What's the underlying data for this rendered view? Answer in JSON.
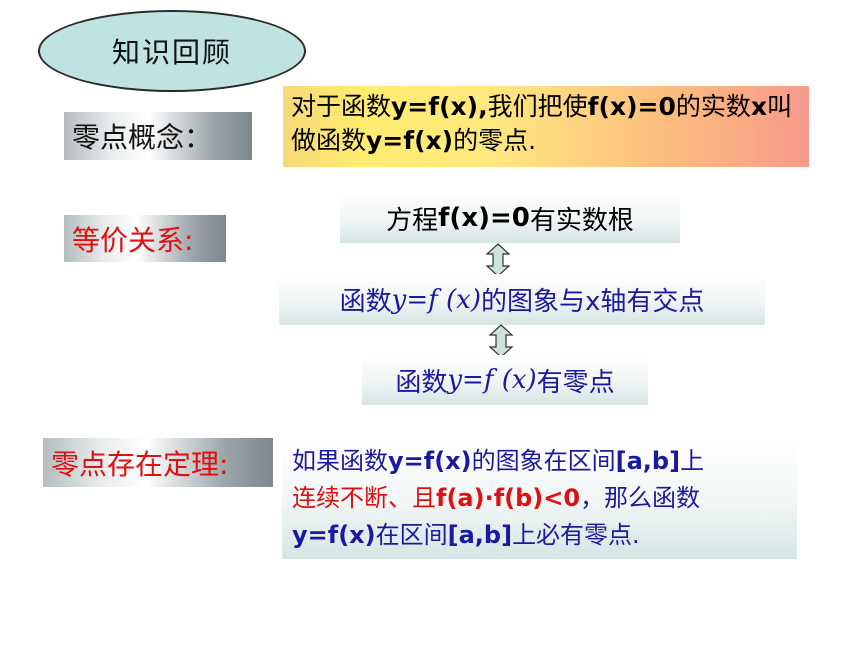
{
  "title": "知识回顾",
  "labels": {
    "zero_concept": "零点概念：",
    "equivalence": "等价关系:",
    "existence_theorem": "零点存在定理:"
  },
  "definition": {
    "p1": "对于函数",
    "b1": "y=f(x),",
    "p2": "我们把使",
    "b2": "f(x)=0",
    "p3": "的实数",
    "b3": "x",
    "p4": "叫做函数",
    "b4": "y=f(x)",
    "p5": "的零点."
  },
  "equivalence": {
    "line1_prefix": "方程",
    "line1_bold": "f(x)=0",
    "line1_suffix": "有实数根",
    "line2_prefix": "函数",
    "line2_math": "y=f (x)",
    "line2_suffix": " 的图象与x轴有交点",
    "line3_prefix": "函数",
    "line3_math": "y=f (x)",
    "line3_suffix": "有零点"
  },
  "theorem": {
    "p1": "如果函数",
    "b1": "y=f(x)",
    "p2": "的图象在区间",
    "b2": "[a,b]",
    "p3": "上",
    "hl1": "连续不断、且",
    "hl2": "f(a)·f(b)<0",
    "p4": "，那么函数",
    "b3": "y=f(x)",
    "p5": "在区间",
    "b4": "[a,b]",
    "p6": "上必有零点."
  },
  "colors": {
    "oval_fill": "#bfe3e0",
    "red_text": "#e01010",
    "blue_text": "#1a1aa0",
    "arrow_fill": "#cfe3dd"
  },
  "icons": [
    "double-arrow-icon",
    "double-arrow-icon"
  ]
}
